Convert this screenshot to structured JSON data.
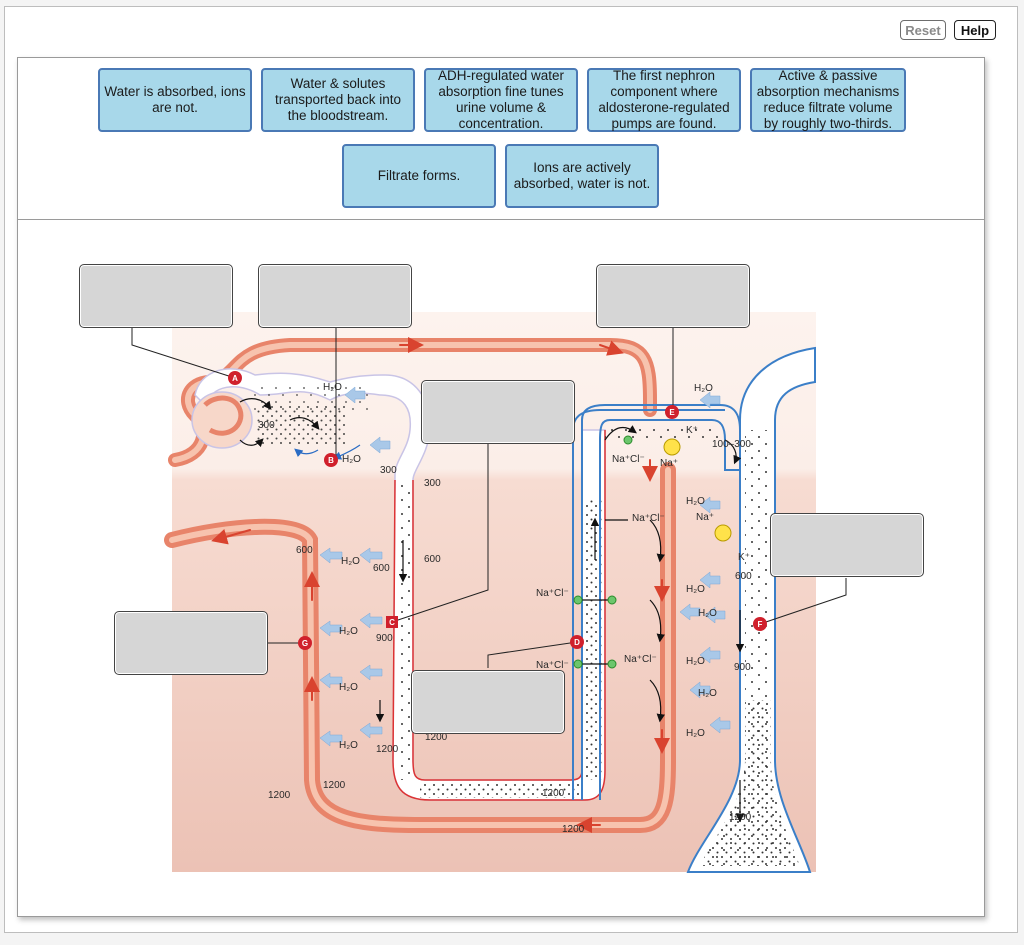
{
  "toolbar": {
    "reset_label": "Reset",
    "help_label": "Help"
  },
  "label_bank": [
    {
      "text": "Water is absorbed, ions are not."
    },
    {
      "text": "Water & solutes transported back into the bloodstream."
    },
    {
      "text": "ADH-regulated water absorption fine tunes urine volume & concentration."
    },
    {
      "text": "The first nephron component where aldosterone-regulated pumps are found."
    },
    {
      "text": "Active & passive absorption mechanisms reduce filtrate volume by roughly two-thirds."
    },
    {
      "text": "Filtrate forms."
    },
    {
      "text": "Ions are actively absorbed, water is not."
    }
  ],
  "markers": {
    "a": "A",
    "b": "B",
    "c": "C",
    "d": "D",
    "e": "E",
    "f": "F",
    "g": "G"
  },
  "osmolarity": {
    "v300": "300",
    "v600": "600",
    "v900": "900",
    "v1200": "1200",
    "v100_300": "100–300"
  },
  "chem": {
    "water": "H₂O",
    "nacl": "Na⁺Cl⁻",
    "na": "Na⁺",
    "k": "K⁺"
  },
  "colors": {
    "label_fill": "#a8d8ea",
    "label_border": "#4a79b5",
    "vessel": "#e8846a",
    "tubule_blue": "#3b7fc8",
    "marker_red": "#d0202c"
  }
}
